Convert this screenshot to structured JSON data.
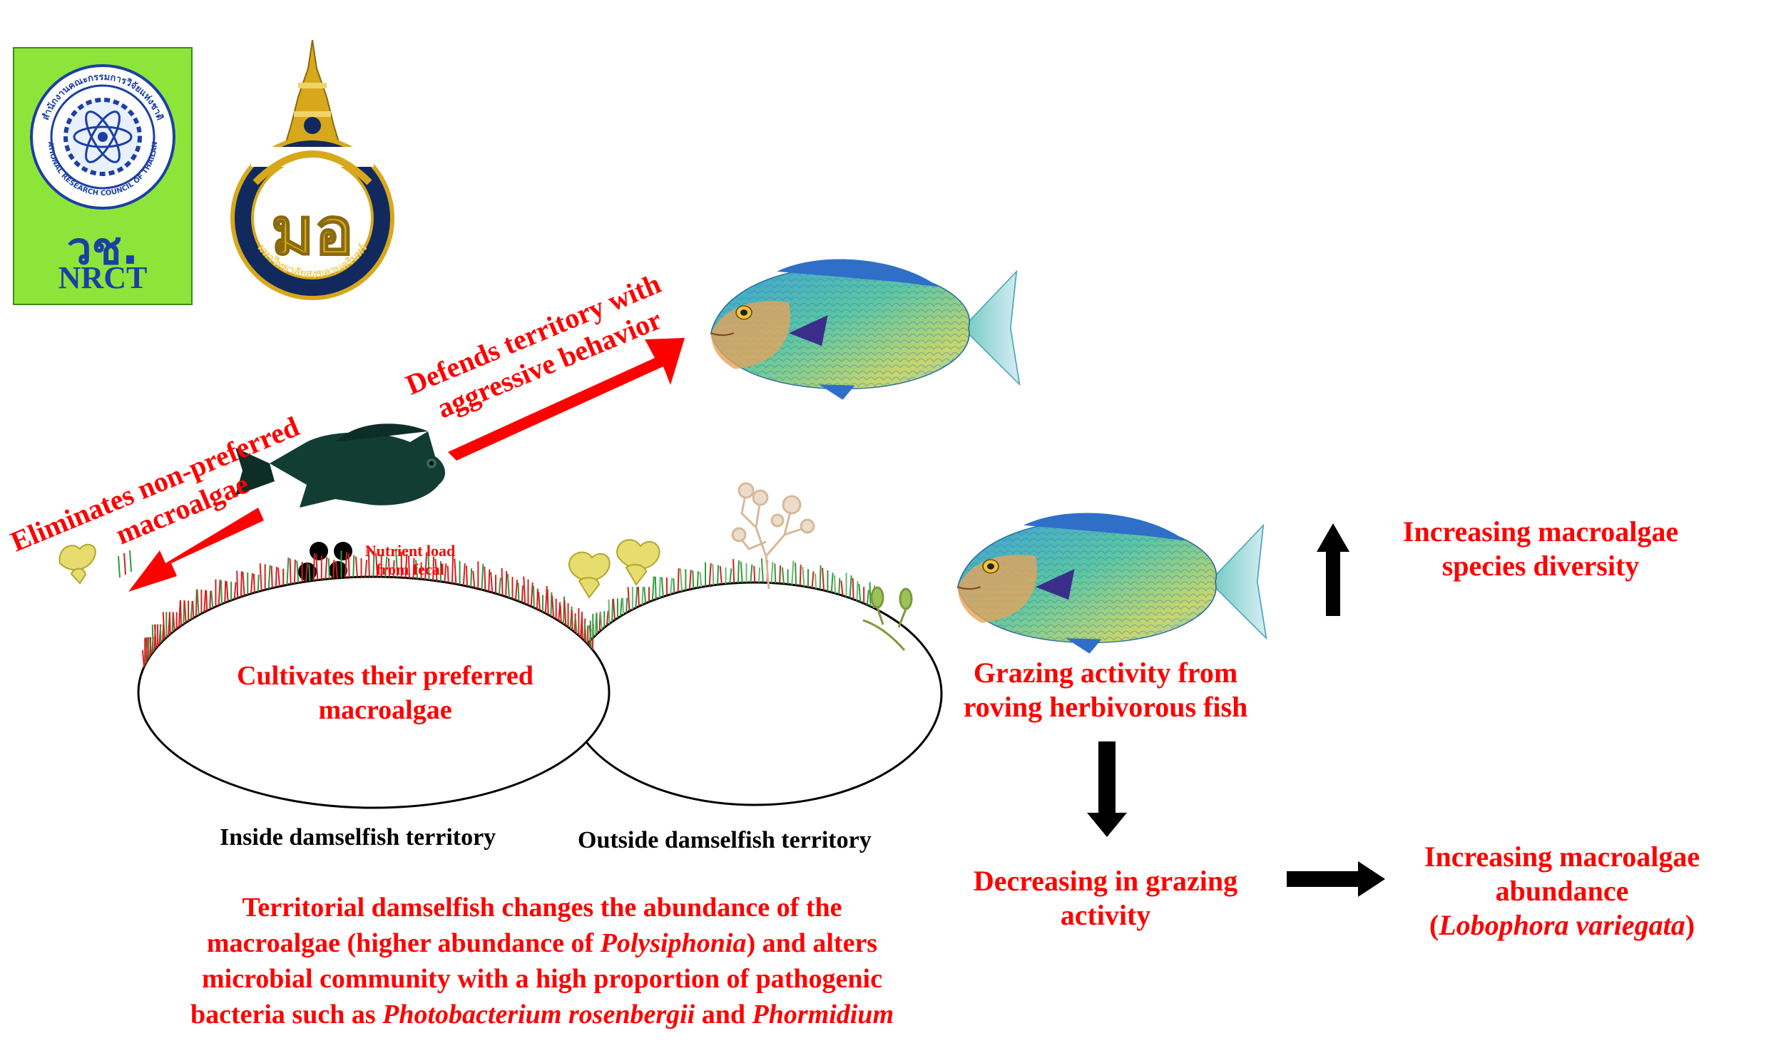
{
  "logos": {
    "nrct": {
      "thai_text": "วช.",
      "abbr": "NRCT",
      "seal_text_thai": "สำนักงานคณะกรรมการวิจัยแห่งชาติ",
      "seal_text_en": "NATIONAL RESEARCH COUNCIL OF THAILAND"
    },
    "psu": {
      "seal_text_thai": "มหาวิทยาลัยสงขลานครินทร์",
      "monogram": "มอ"
    }
  },
  "arrows": {
    "defends": {
      "line1": "Defends territory with",
      "line2": "aggressive behavior"
    },
    "eliminates": {
      "line1": "Eliminates non-preferred",
      "line2": "macroalgae"
    }
  },
  "nutrient_note": {
    "line1": "Nutrient load",
    "line2": "from fecal"
  },
  "ellipse_inside_label": {
    "line1": "Cultivates their preferred",
    "line2": "macroalgae"
  },
  "territory_labels": {
    "inside": "Inside damselfish territory",
    "outside": "Outside damselfish territory"
  },
  "grazing": {
    "line1": "Grazing activity from",
    "line2": "roving herbivorous fish"
  },
  "diversity": {
    "line1": "Increasing macroalgae",
    "line2": "species diversity"
  },
  "decreasing": {
    "line1": "Decreasing in grazing",
    "line2": "activity"
  },
  "abundance": {
    "line1": "Increasing macroalgae",
    "line2": "abundance",
    "line3_open": "(",
    "line3_species": "Lobophora variegata",
    "line3_close": ")"
  },
  "summary": {
    "l1": "Territorial damselfish changes the abundance of the",
    "l2_a": "macroalgae (higher abundance of ",
    "l2_species": "Polysiphonia",
    "l2_b": ") and alters",
    "l3": "microbial community with a high proportion of pathogenic",
    "l4_a": "bacteria such as ",
    "l4_species1": "Photobacterium rosenbergii",
    "l4_b": " and ",
    "l4_species2": "Phormidium"
  },
  "colors": {
    "text_red": "#ff0000",
    "arrow_red": "#ff0000",
    "nrct_green": "#8ee53a",
    "nrct_blue": "#1b3fa6",
    "psu_gold": "#d7a81b",
    "psu_navy": "#12295e"
  },
  "icons": [
    "nrct-logo",
    "psu-logo",
    "parrotfish-icon",
    "damselfish-icon",
    "algae-icon",
    "fecal-pellet-icon"
  ]
}
